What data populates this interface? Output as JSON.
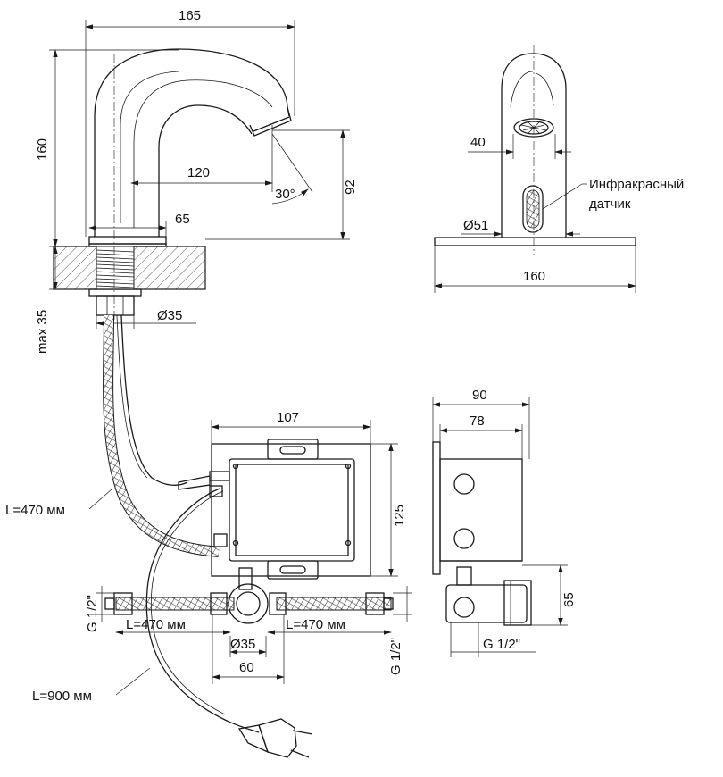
{
  "drawing": {
    "side_view": {
      "width_165": "165",
      "height_160": "160",
      "reach_120": "120",
      "angle_30": "30°",
      "height_92": "92",
      "base_65": "65",
      "max_35": "max 35",
      "dia_35": "Ø35",
      "hose_470": "L=470 мм"
    },
    "front_view": {
      "width_40": "40",
      "dia_51": "Ø51",
      "base_160": "160",
      "sensor_label_line1": "Инфракрасный",
      "sensor_label_line2": "датчик"
    },
    "control_box": {
      "width_107": "107",
      "height_125": "125",
      "g_left": "G 1/2\"",
      "hose_left": "L=470 мм",
      "hose_right": "L=470 мм",
      "dia_35": "Ø35",
      "width_60": "60",
      "g_right": "G 1/2\"",
      "cable_900": "L=900 мм"
    },
    "box_side_view": {
      "width_90": "90",
      "width_78": "78",
      "height_65": "65",
      "g_bottom": "G 1/2\""
    }
  }
}
